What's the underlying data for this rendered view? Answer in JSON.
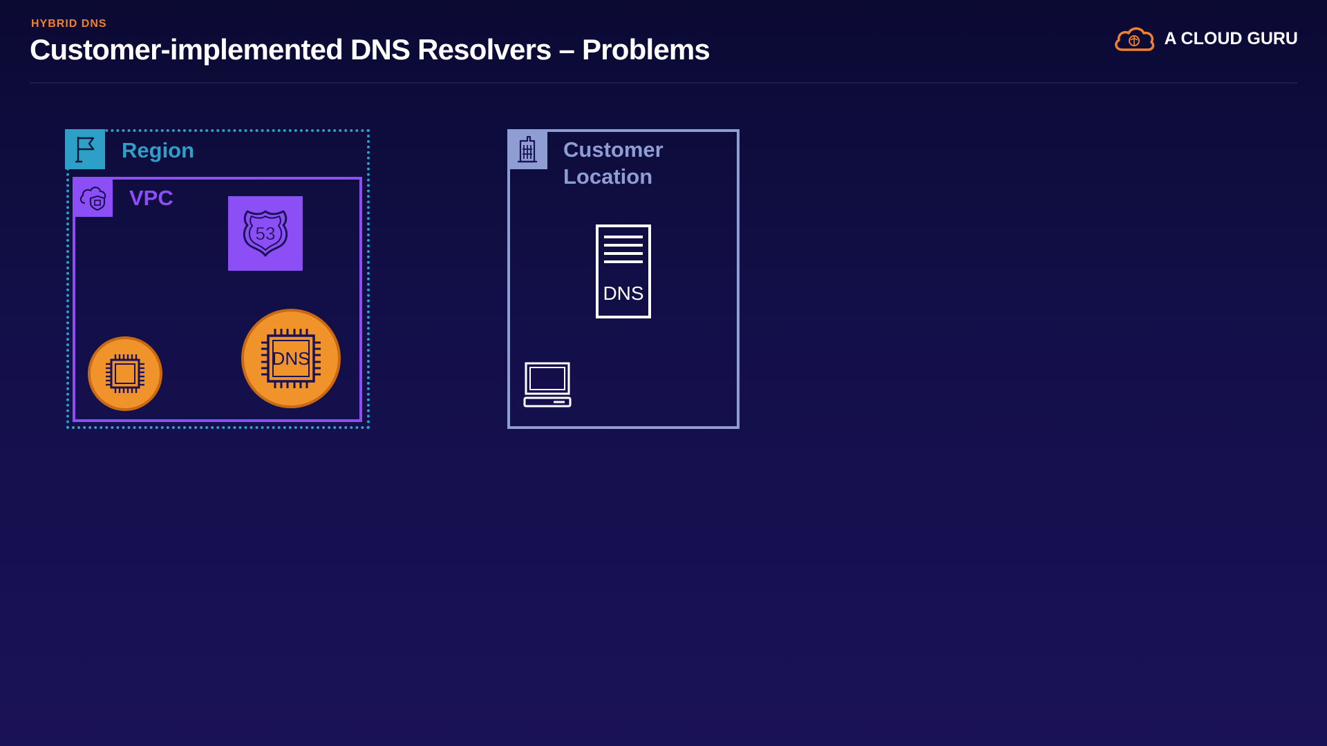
{
  "header": {
    "eyebrow": "HYBRID DNS",
    "title": "Customer-implemented DNS Resolvers – Problems",
    "brand": "A CLOUD GURU"
  },
  "diagram": {
    "region": {
      "label": "Region",
      "icon": "flag-icon",
      "color": "#2e9fc7"
    },
    "vpc": {
      "label": "VPC",
      "icon": "cloud-shield-icon",
      "color": "#8c4ff5"
    },
    "route53": {
      "icon": "route53-shield-icon",
      "text": "53"
    },
    "ec2_instance": {
      "icon": "chip-icon"
    },
    "dns_instance": {
      "icon": "chip-icon",
      "text": "DNS"
    },
    "customer_location": {
      "label_line1": "Customer",
      "label_line2": "Location",
      "icon": "building-icon",
      "color": "#8e9dd2"
    },
    "onprem_dns_server": {
      "icon": "server-icon",
      "text": "DNS"
    },
    "client": {
      "icon": "laptop-icon"
    }
  },
  "colors": {
    "accent_orange": "#f0812e",
    "chip_orange": "#f0932b",
    "background": "#130f4a"
  }
}
